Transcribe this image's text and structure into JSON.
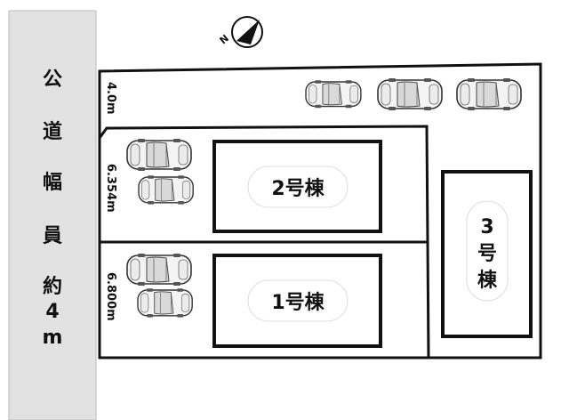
{
  "road": {
    "label_chars": [
      "公",
      "道",
      "幅",
      "員",
      "約",
      "4",
      "m"
    ]
  },
  "dimensions": {
    "top_strip": "4.0m",
    "middle_lot": "6.354m",
    "bottom_lot": "6.800m"
  },
  "buildings": {
    "b1": "1号棟",
    "b2": "2号棟",
    "b3": [
      "3",
      "号",
      "棟"
    ]
  },
  "icons": {
    "compass": "north-arrow-icon",
    "car": "car-icon"
  },
  "colors": {
    "road": "#e2e2e2",
    "line": "#111111",
    "badge": "#ffffff"
  }
}
